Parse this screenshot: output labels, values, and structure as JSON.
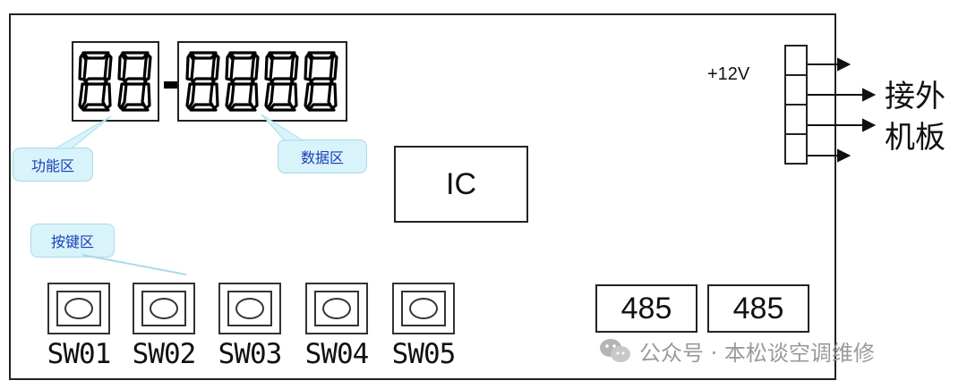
{
  "display": {
    "function_digits": 2,
    "data_digits": 4,
    "digit_char": "8"
  },
  "callouts": {
    "function_area": "功能区",
    "data_area": "数据区",
    "key_area": "按键区"
  },
  "ic_label": "IC",
  "connector": {
    "voltage_label": "+12V",
    "pins": 4,
    "side_label_line1": "接外",
    "side_label_line2": "机板"
  },
  "switches": [
    "SW01",
    "SW02",
    "SW03",
    "SW04",
    "SW05"
  ],
  "ports": [
    "485",
    "485"
  ],
  "watermark": {
    "text": "公众号 · 本松谈空调维修",
    "icon": "wechat-icon"
  },
  "colors": {
    "callout_bg": "#d8f3fa",
    "callout_text": "#1a3fb5",
    "line": "#222222"
  }
}
